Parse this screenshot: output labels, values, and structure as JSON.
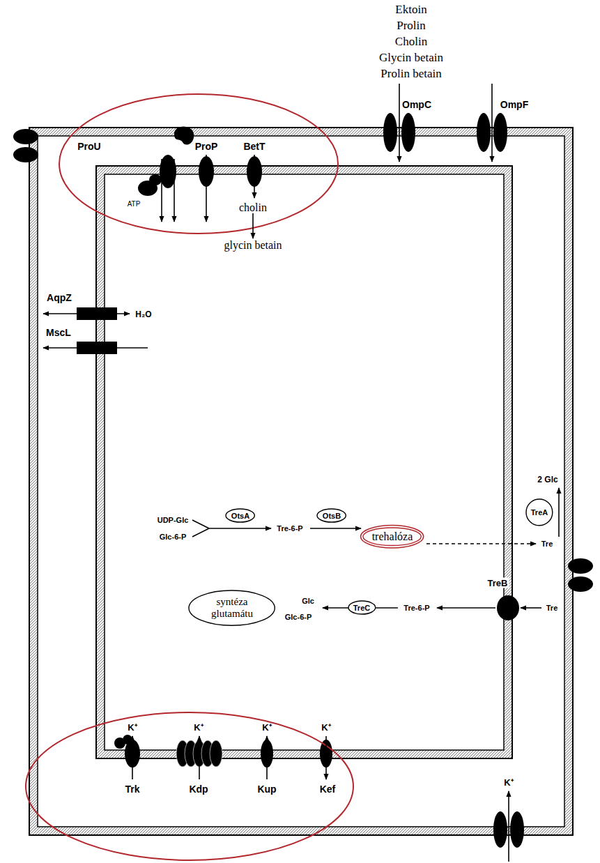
{
  "diagram": {
    "nodes": [
      {
        "text": [
          "OtsA"
        ]
      },
      {
        "text": [
          "OtsB"
        ]
      },
      {
        "text": [
          "TreA"
        ]
      },
      {
        "text": [
          "trehalóza"
        ]
      },
      {
        "text": [
          "syntéza glutamátu"
        ]
      },
      {
        "text": [
          "TreC"
        ]
      }
    ],
    "labels": [
      "Ektoin",
      "Prolin",
      "Cholin",
      "Glycin betain",
      "Prolin betain",
      "OmpC",
      "OmpF",
      "ProU",
      "ProP",
      "BetT",
      "ATP",
      "cholin",
      "glycin betain",
      "AqpZ",
      "H₂O",
      "MscL",
      "2 Glc",
      "UDP-Glc",
      "Glc-6-P",
      "Tre-6-P",
      "Tre",
      "TreB",
      "Glc",
      "Glc-6-P",
      "Tre-6-P",
      "Tre",
      "K⁺",
      "K⁺",
      "K⁺",
      "K⁺",
      "Trk",
      "Kdp",
      "Kup",
      "Kef",
      "K⁺"
    ]
  }
}
